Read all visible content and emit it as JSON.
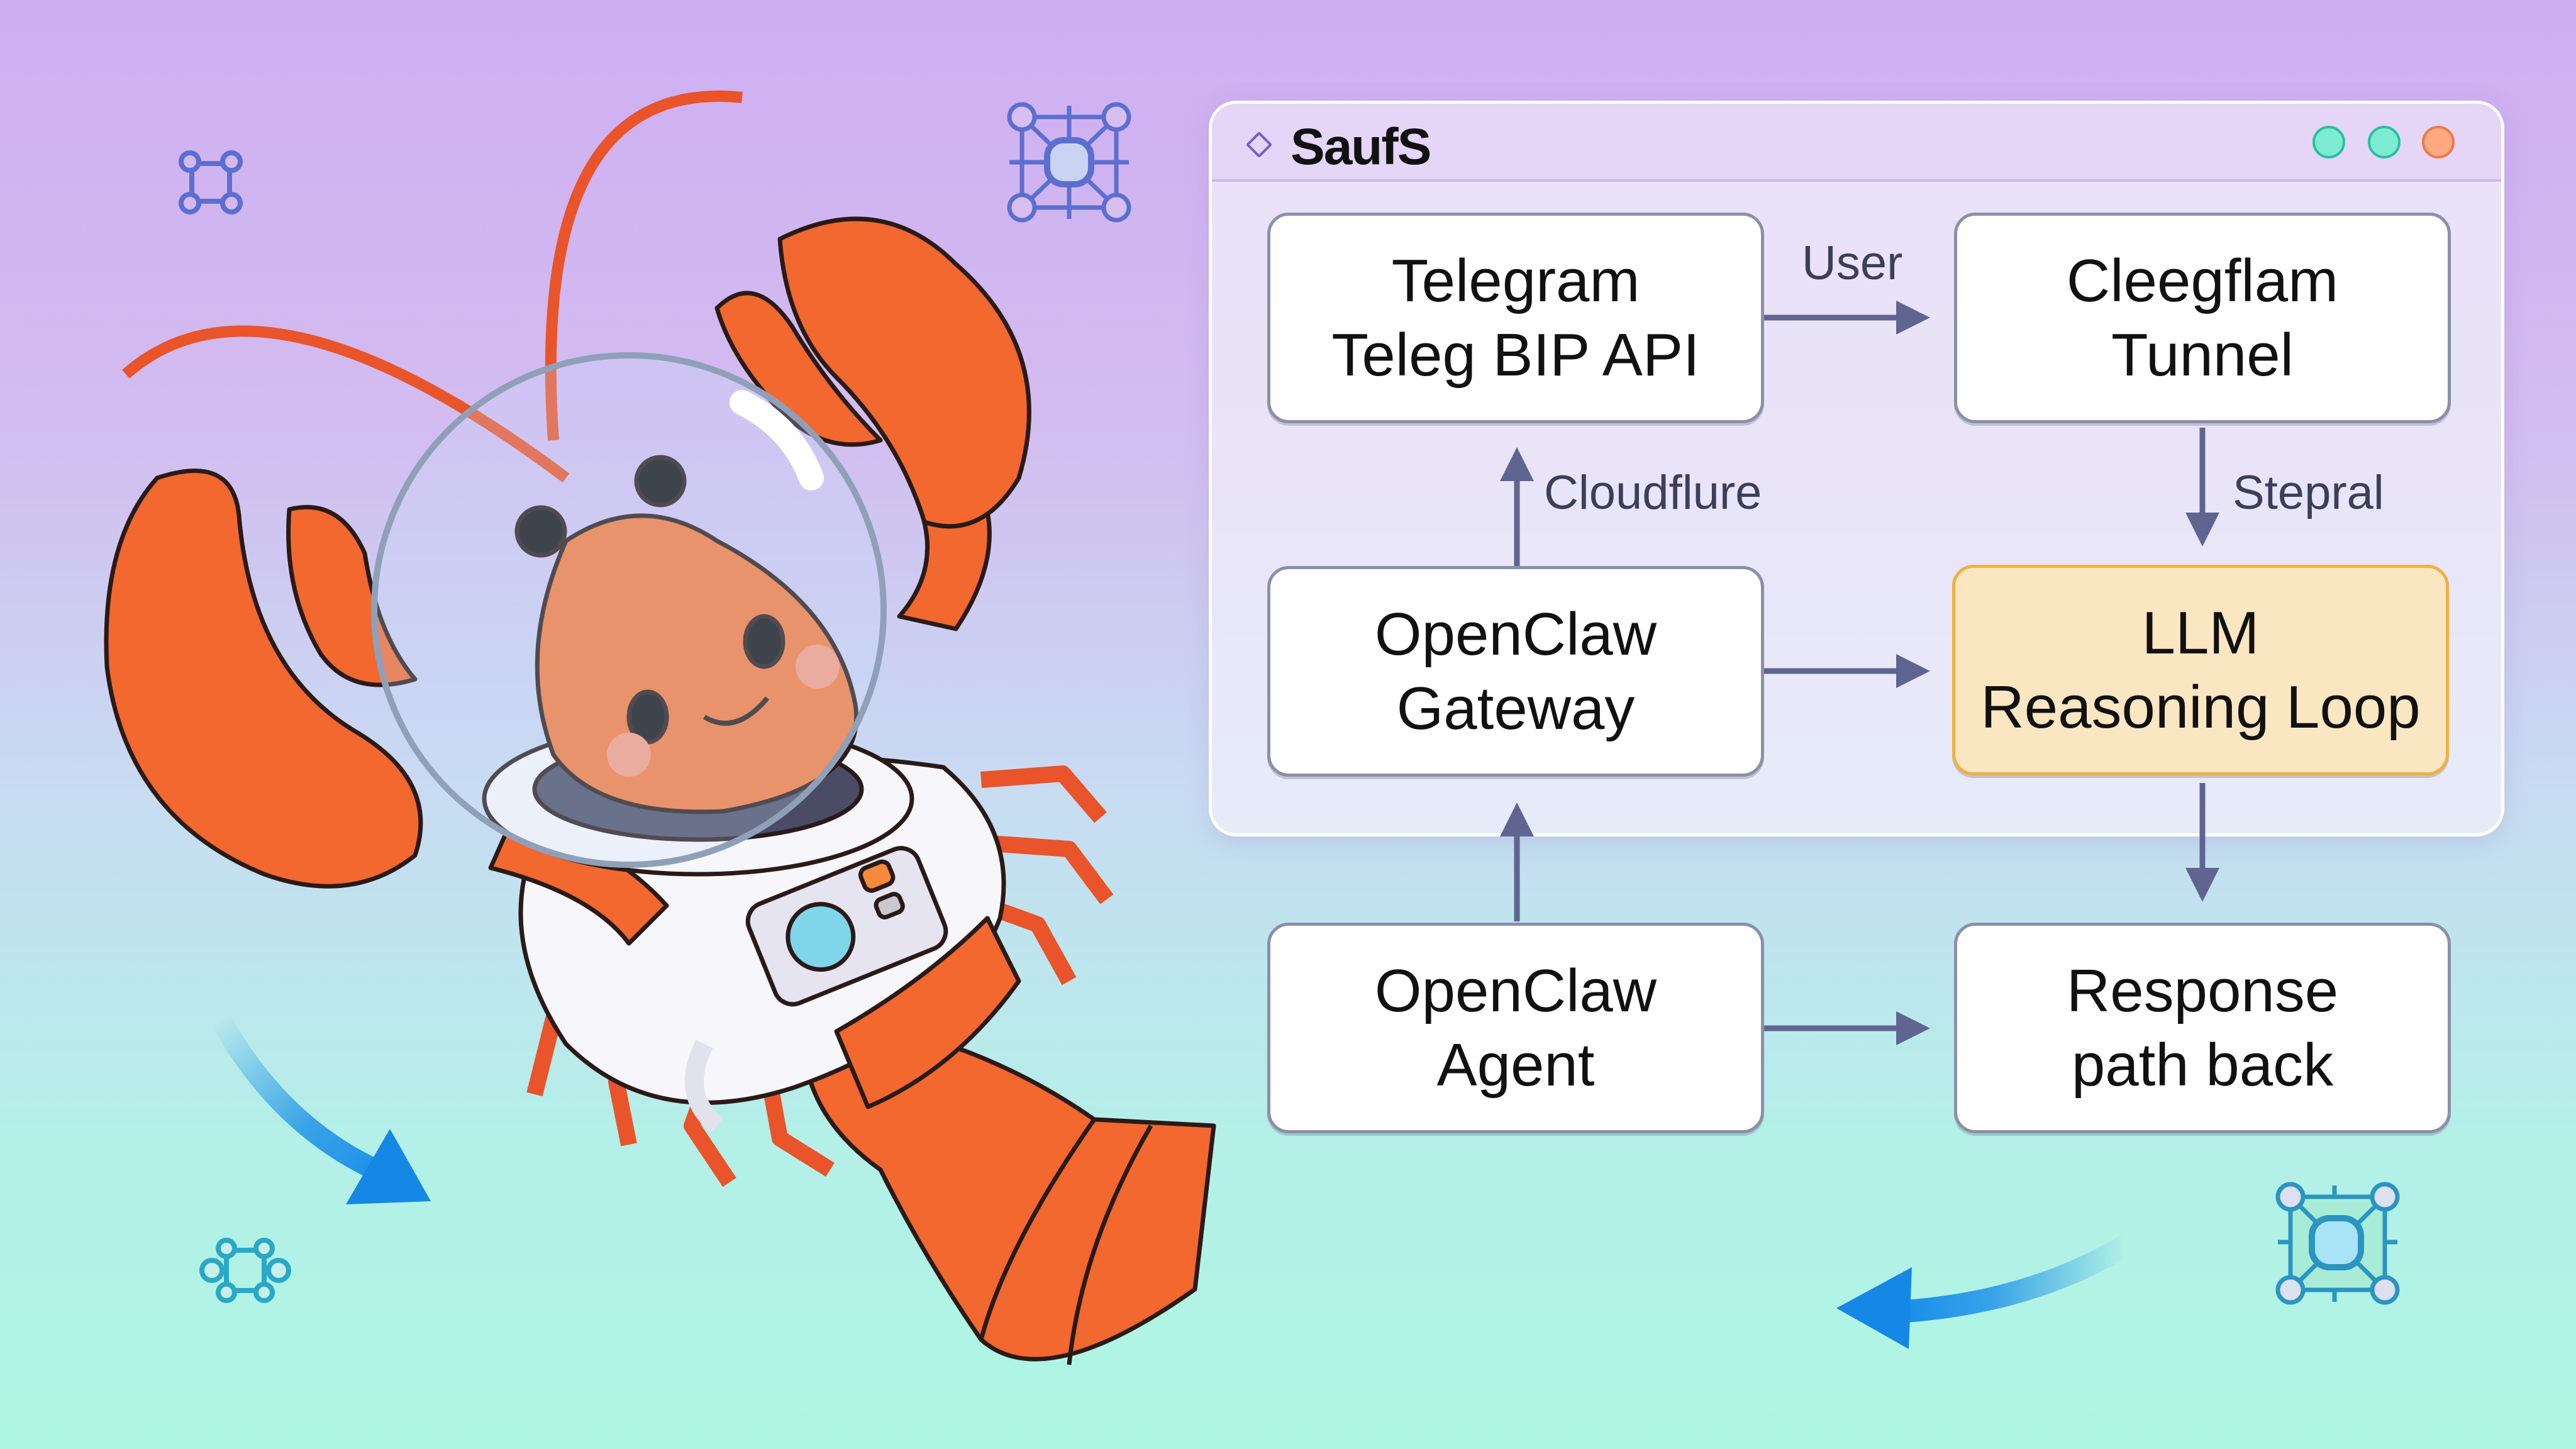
{
  "window": {
    "title": "SaufS",
    "title_icon": "diamond-icon",
    "controls": [
      {
        "name": "green-dot-1",
        "color": "#7eecd2"
      },
      {
        "name": "green-dot-2",
        "color": "#7eecd2"
      },
      {
        "name": "orange-dot",
        "color": "#ffaa82"
      }
    ]
  },
  "diagram": {
    "nodes": [
      {
        "id": "telegram",
        "line1": "Telegram",
        "line2": "Teleg BIP API"
      },
      {
        "id": "tunnel",
        "line1": "Cleegflam",
        "line2": "Tunnel"
      },
      {
        "id": "gateway",
        "line1": "OpenClaw",
        "line2": "Gateway"
      },
      {
        "id": "llm",
        "line1": "LLM",
        "line2": "Reasoning Loop",
        "highlight": true
      },
      {
        "id": "agent",
        "line1": "OpenClaw",
        "line2": "Agent"
      },
      {
        "id": "response",
        "line1": "Response",
        "line2": "path back"
      }
    ],
    "edges": [
      {
        "from": "telegram",
        "to": "tunnel",
        "label": "User"
      },
      {
        "from": "gateway",
        "to": "telegram",
        "label": "Cloudflure"
      },
      {
        "from": "tunnel",
        "to": "llm",
        "label": "Stepral"
      },
      {
        "from": "gateway",
        "to": "llm",
        "label": ""
      },
      {
        "from": "agent",
        "to": "gateway",
        "label": ""
      },
      {
        "from": "llm",
        "to": "response",
        "label": ""
      },
      {
        "from": "agent",
        "to": "response",
        "label": ""
      }
    ]
  },
  "colors": {
    "bg_top": "#cfaef2",
    "bg_bottom": "#aef7e2",
    "edge": "#5f6590",
    "highlight_fill": "#fbe6c2",
    "highlight_border": "#f0b040",
    "lobster": "#f26a35",
    "accent_arrow": "#1a8fe8"
  },
  "decorations": {
    "icons": [
      "network-node-icon-small",
      "network-grid-icon",
      "network-node-icon-teal",
      "network-grid-icon-teal"
    ],
    "arrows": [
      "curved-arrow-down-right",
      "curved-arrow-left"
    ],
    "illustration": "astronaut-lobster"
  }
}
